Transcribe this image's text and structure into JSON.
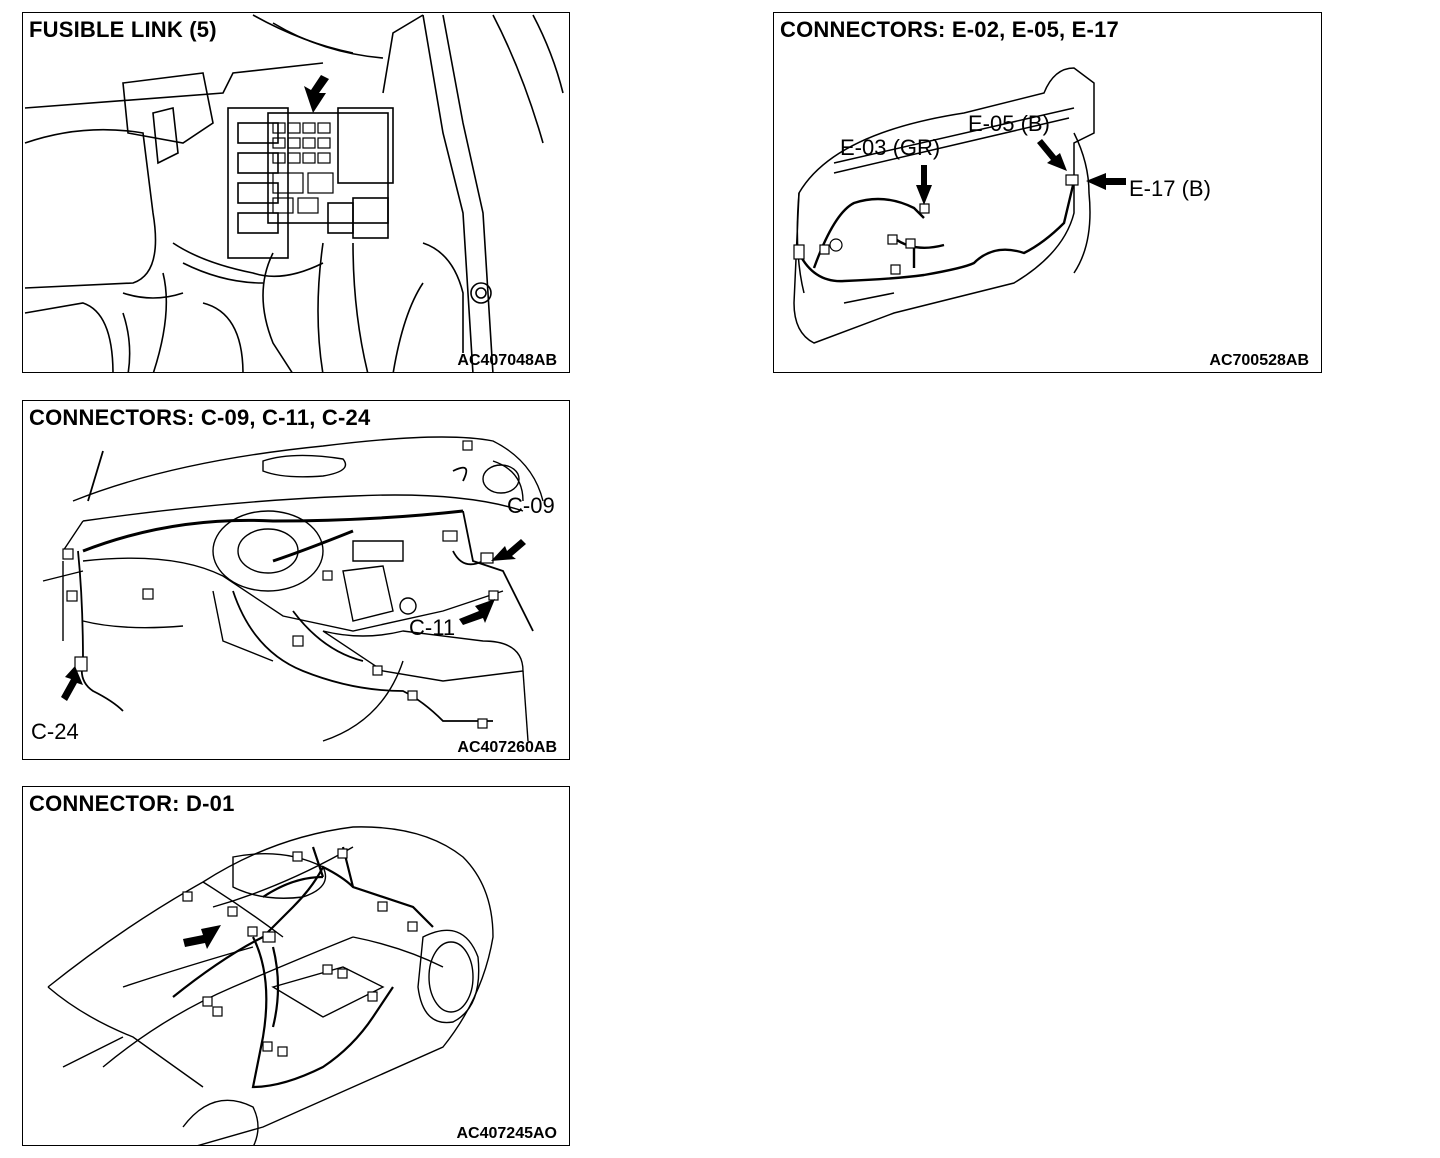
{
  "panels": [
    {
      "title": "FUSIBLE LINK (5)",
      "code": "AC407048AB",
      "callouts": []
    },
    {
      "title": "CONNECTORS: E-02, E-05, E-17",
      "code": "AC700528AB",
      "callouts": [
        "E-03 (GR)",
        "E-05 (B)",
        "E-17 (B)"
      ]
    },
    {
      "title": "CONNECTORS: C-09, C-11, C-24",
      "code": "AC407260AB",
      "callouts": [
        "C-09",
        "C-11",
        "C-24"
      ]
    },
    {
      "title": "CONNECTOR: D-01",
      "code": "AC407245AO",
      "callouts": []
    }
  ]
}
